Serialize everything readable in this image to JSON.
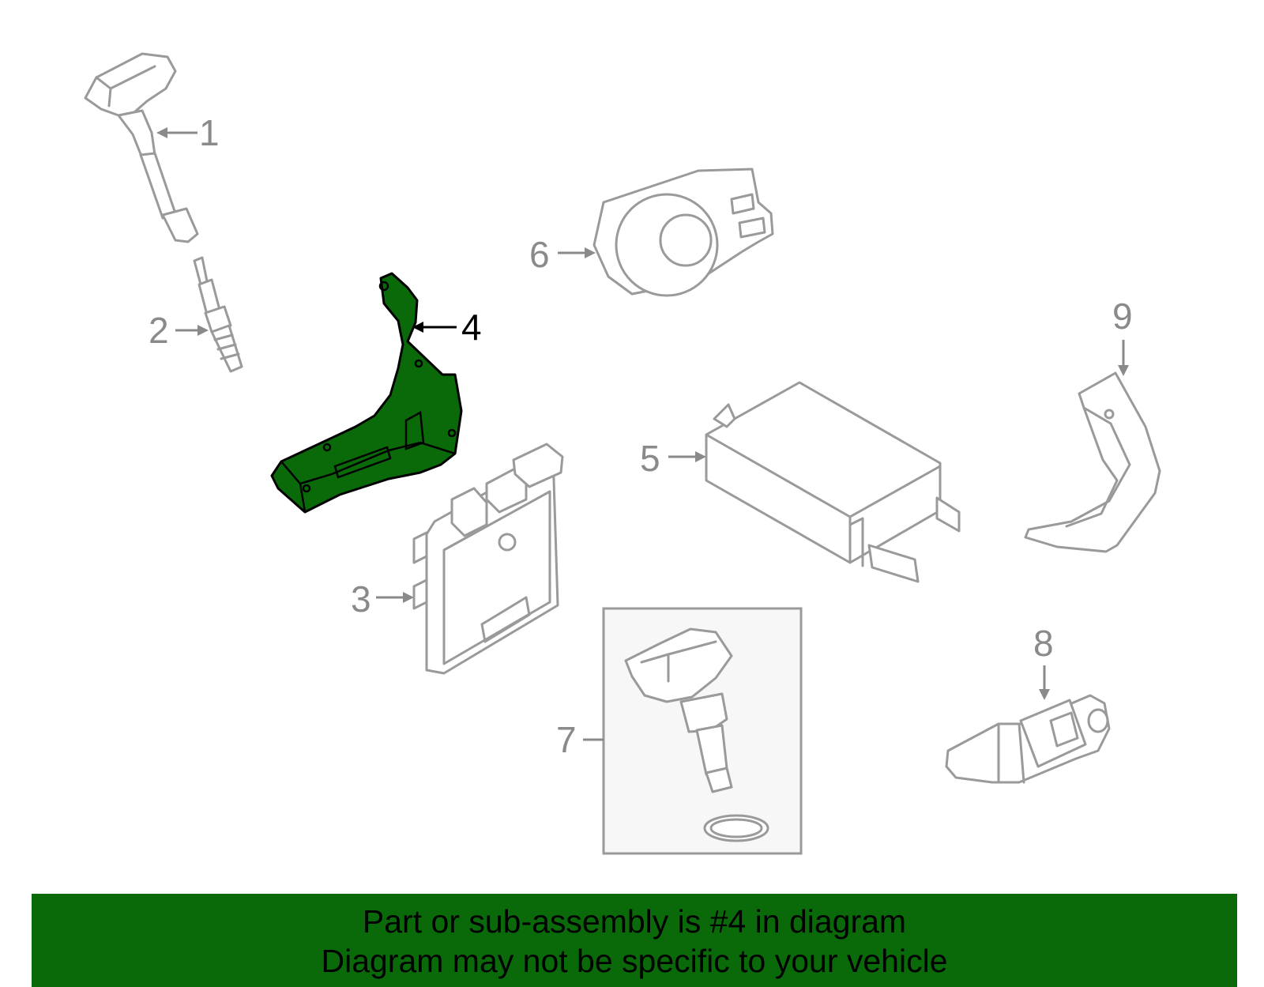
{
  "callouts": {
    "c1": "1",
    "c2": "2",
    "c3": "3",
    "c4": "4",
    "c5": "5",
    "c6": "6",
    "c7": "7",
    "c8": "8",
    "c9": "9"
  },
  "highlight": {
    "part": "4",
    "color": "#0a6a0a"
  },
  "banner": {
    "line1": "Part or sub-assembly is #4 in diagram",
    "line2": "Diagram may not be specific to your vehicle",
    "background": "#0a6a0a"
  }
}
